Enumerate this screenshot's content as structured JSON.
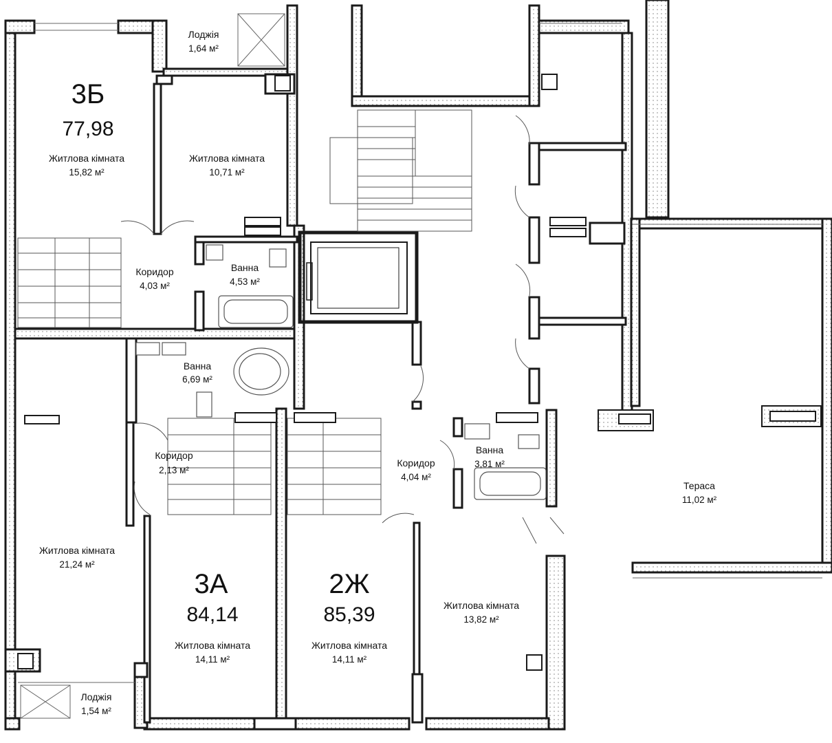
{
  "apartments": [
    {
      "code": "3Б",
      "area": "77,98"
    },
    {
      "code": "3А",
      "area": "84,14"
    },
    {
      "code": "2Ж",
      "area": "85,39"
    }
  ],
  "rooms": [
    {
      "name": "Лоджія",
      "area": "1,64 м²"
    },
    {
      "name": "Житлова кімната",
      "area": "15,82 м²"
    },
    {
      "name": "Житлова кімната",
      "area": "10,71 м²"
    },
    {
      "name": "Коридор",
      "area": "4,03 м²"
    },
    {
      "name": "Ванна",
      "area": "4,53 м²"
    },
    {
      "name": "Ванна",
      "area": "6,69 м²"
    },
    {
      "name": "Коридор",
      "area": "2,13 м²"
    },
    {
      "name": "Коридор",
      "area": "4,04 м²"
    },
    {
      "name": "Ванна",
      "area": "3,81 м²"
    },
    {
      "name": "Тераса",
      "area": "11,02 м²"
    },
    {
      "name": "Житлова кімната",
      "area": "21,24 м²"
    },
    {
      "name": "Житлова кімната",
      "area": "14,11 м²"
    },
    {
      "name": "Житлова кімната",
      "area": "14,11 м²"
    },
    {
      "name": "Житлова кімната",
      "area": "13,82 м²"
    },
    {
      "name": "Лоджія",
      "area": "1,54 м²"
    }
  ],
  "colors": {
    "wall": "#1a1a1a",
    "hatch": "#9a9a9a",
    "line": "#555555",
    "background": "#ffffff"
  }
}
